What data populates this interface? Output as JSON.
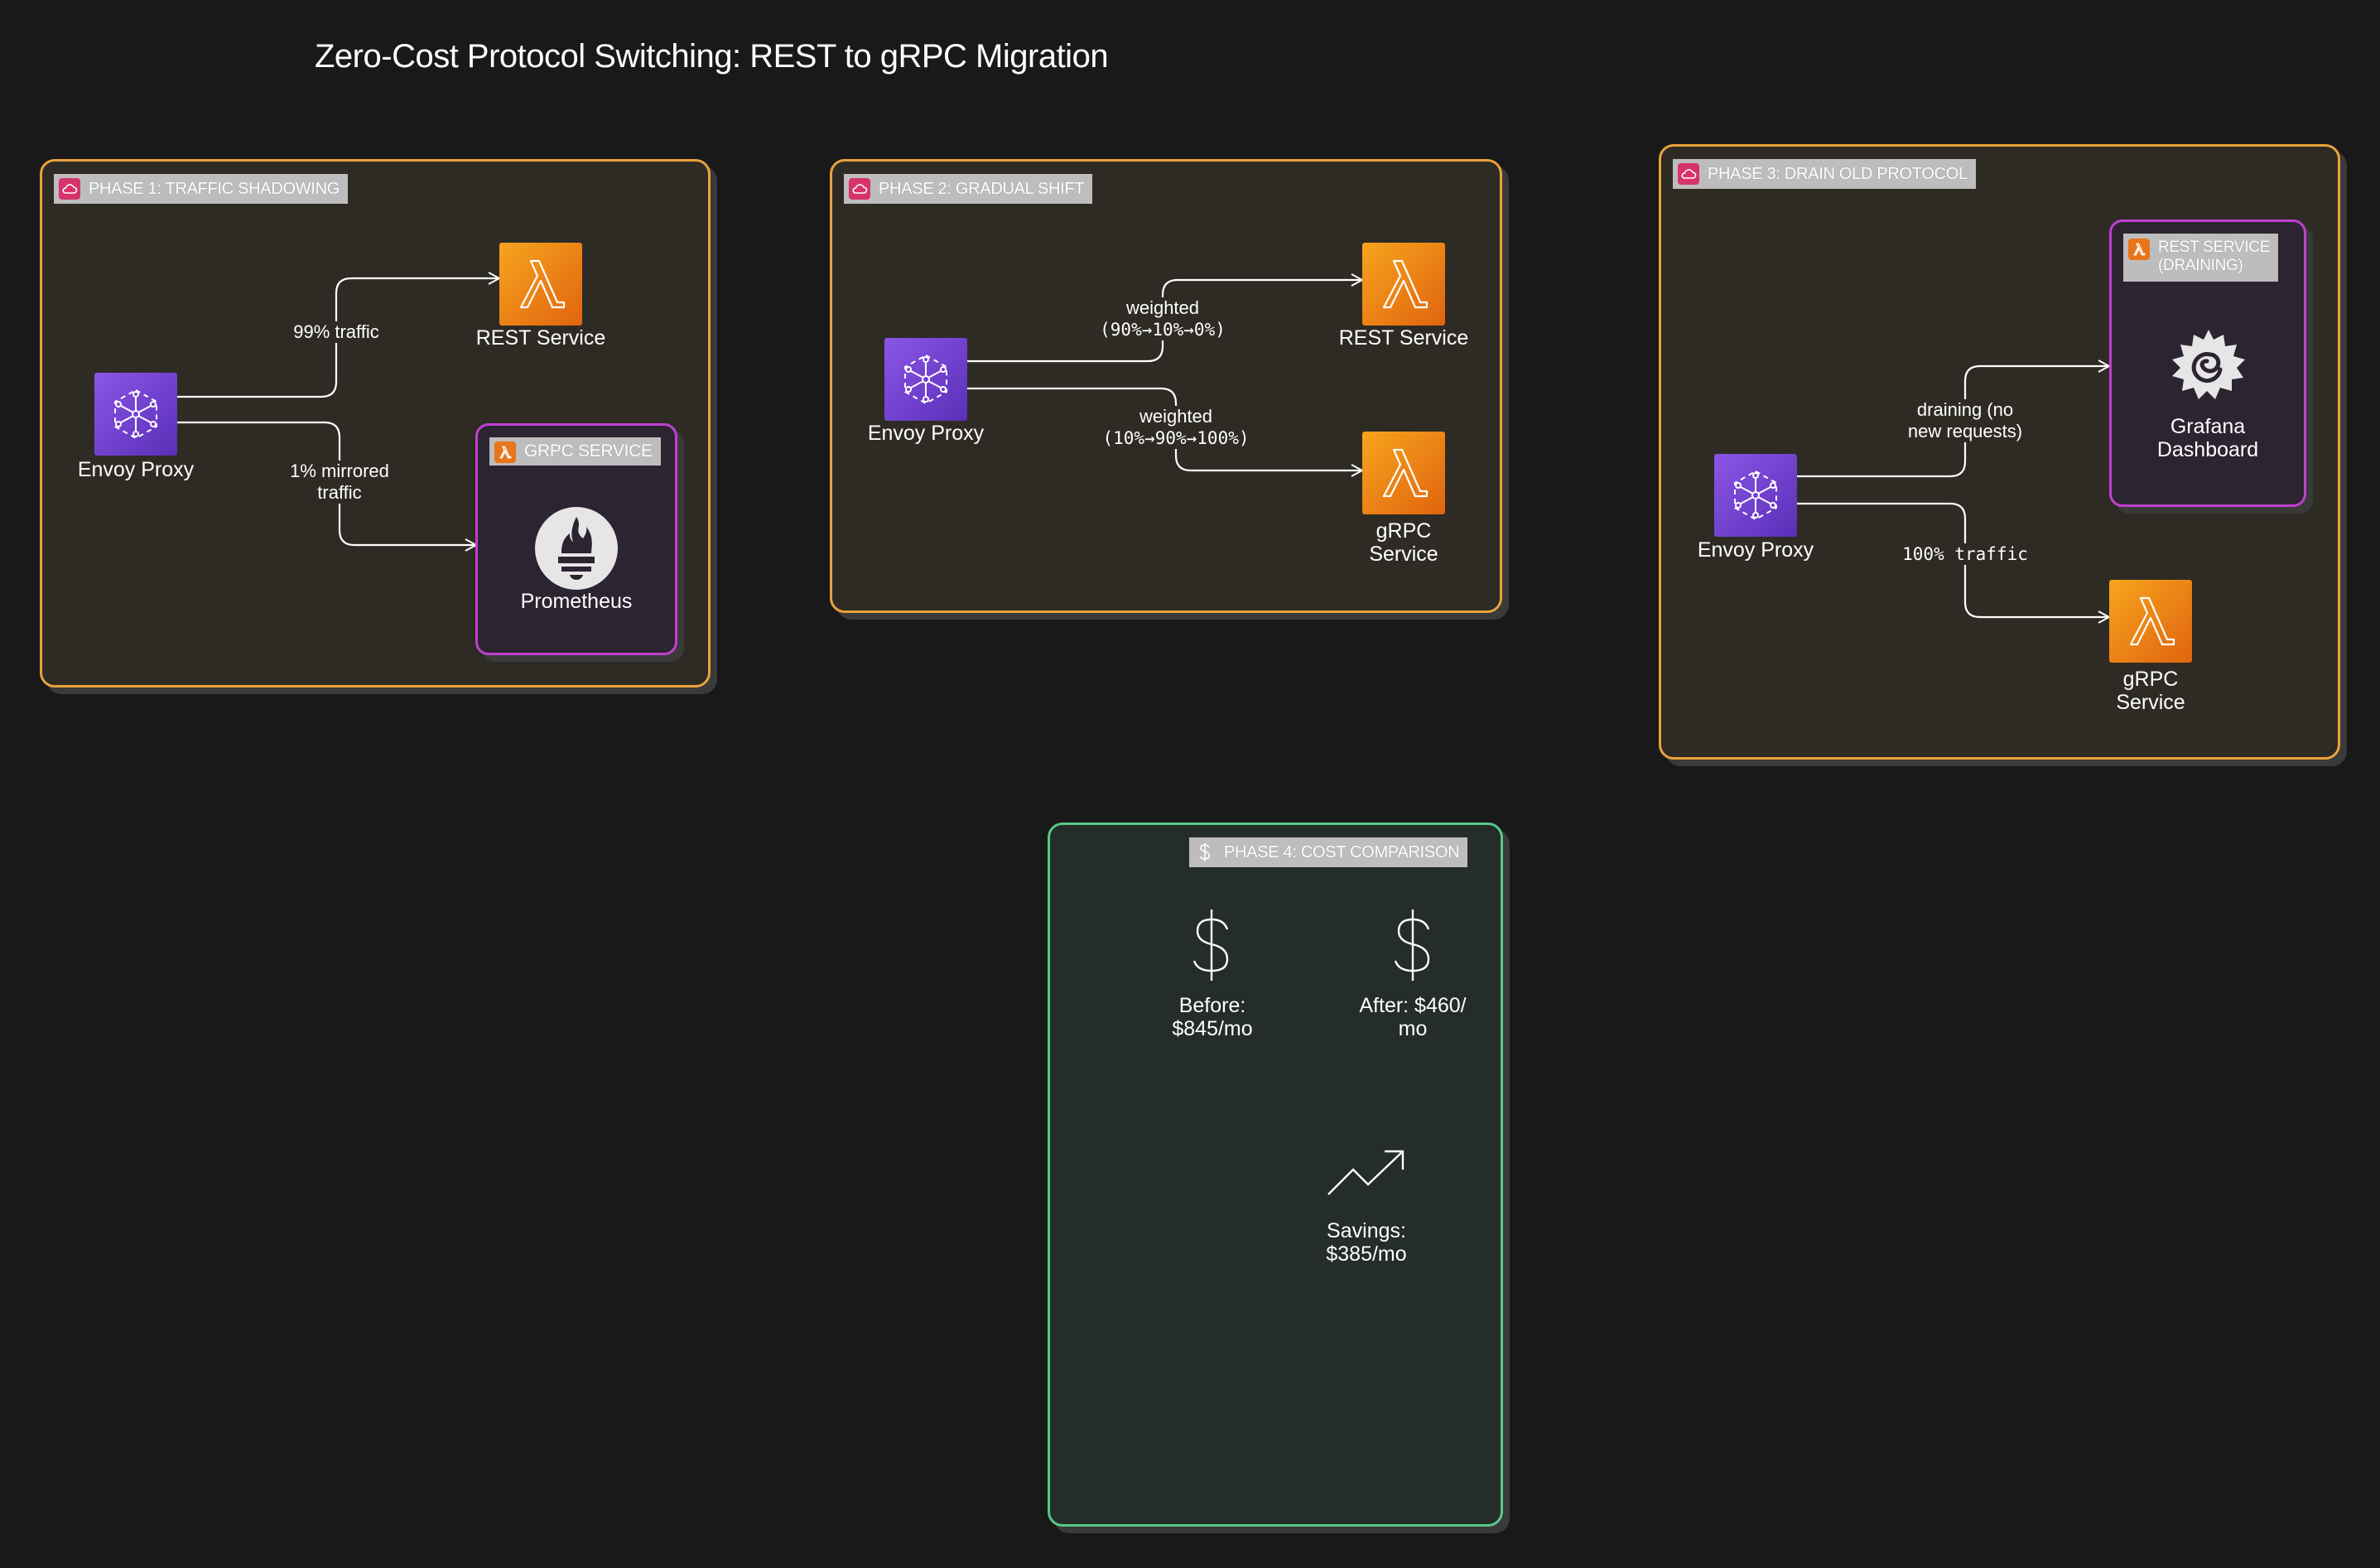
{
  "title": "Zero-Cost Protocol Switching: REST to gRPC Migration",
  "phase1": {
    "tag": "PHASE 1: TRAFFIC SHADOWING",
    "envoy": "Envoy Proxy",
    "rest": "REST Service",
    "grpc_group": "GRPC SERVICE",
    "prometheus": "Prometheus",
    "edge_rest": "99% traffic",
    "edge_grpc_1": "1% mirrored",
    "edge_grpc_2": "traffic"
  },
  "phase2": {
    "tag": "PHASE 2: GRADUAL SHIFT",
    "envoy": "Envoy Proxy",
    "rest": "REST Service",
    "grpc_1": "gRPC",
    "grpc_2": "Service",
    "edge_rest_1": "weighted",
    "edge_rest_2": "(90%→10%→0%)",
    "edge_grpc_1": "weighted",
    "edge_grpc_2": "(10%→90%→100%)"
  },
  "phase3": {
    "tag": "PHASE 3: DRAIN OLD PROTOCOL",
    "envoy": "Envoy Proxy",
    "rest_group_1": "REST SERVICE",
    "rest_group_2": "(DRAINING)",
    "grafana_1": "Grafana",
    "grafana_2": "Dashboard",
    "grpc_1": "gRPC",
    "grpc_2": "Service",
    "edge_drain_1": "draining (no",
    "edge_drain_2": "new requests)",
    "edge_grpc": "100% traffic"
  },
  "phase4": {
    "tag": "PHASE 4: COST COMPARISON",
    "before_1": "Before:",
    "before_2": "$845/mo",
    "after_1": "After: $460/",
    "after_2": "mo",
    "savings_1": "Savings:",
    "savings_2": "$385/mo"
  },
  "colors": {
    "background": "#191919",
    "phase_border": "#e9a23b",
    "cost_border": "#57c98a",
    "group_border": "#c13fd1",
    "lambda": "#f08a19",
    "envoy": "#7140d8"
  },
  "icons": {
    "envoy": "envoy-proxy-icon",
    "lambda": "lambda-icon",
    "prometheus": "prometheus-icon",
    "grafana": "grafana-icon",
    "dollar": "dollar-icon",
    "trend": "trending-up-icon"
  }
}
